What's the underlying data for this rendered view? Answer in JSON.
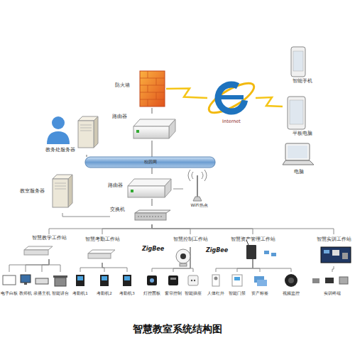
{
  "diagram": {
    "caption": "智慧教室系统结构图",
    "nodes": [
      {
        "text": [
          "防火墙"
        ]
      },
      {
        "text": [
          "Internet"
        ]
      },
      {
        "text": [
          "智能手机"
        ]
      },
      {
        "text": [
          "平板电脑"
        ]
      },
      {
        "text": [
          "电脑"
        ]
      },
      {
        "text": [
          "路由器"
        ]
      },
      {
        "text": [
          "教务处服务器"
        ]
      },
      {
        "text": [
          "校园网"
        ]
      },
      {
        "text": [
          "教室服务器"
        ]
      },
      {
        "text": [
          "路由器"
        ]
      },
      {
        "text": [
          "WiFi热点"
        ]
      },
      {
        "text": [
          "交换机"
        ]
      },
      {
        "text": [
          "智慧教学工作站"
        ]
      },
      {
        "text": [
          "智慧考勤工作站"
        ]
      },
      {
        "text": [
          "智慧控制工作站"
        ]
      },
      {
        "text": [
          "智慧资产管理工作站"
        ]
      },
      {
        "text": [
          "智慧实训工作站"
        ]
      },
      {
        "text": [
          "电子白板"
        ]
      },
      {
        "text": [
          "教师机"
        ]
      },
      {
        "text": [
          "录播主机"
        ]
      },
      {
        "text": [
          "智能讲台"
        ]
      },
      {
        "text": [
          "考勤机1"
        ]
      },
      {
        "text": [
          "考勤机2"
        ]
      },
      {
        "text": [
          "考勤机3"
        ]
      },
      {
        "text": [
          "灯控面板"
        ]
      },
      {
        "text": [
          "窗帘控制"
        ]
      },
      {
        "text": [
          "智能插座"
        ]
      },
      {
        "text": [
          "人体红外"
        ]
      },
      {
        "text": [
          "智能门禁"
        ]
      },
      {
        "text": [
          "资产标签"
        ]
      },
      {
        "text": [
          "视频监控"
        ]
      },
      {
        "text": [
          "实训终端"
        ]
      }
    ],
    "edges": [
      {
        "from": 0,
        "to": 1,
        "arrow": "none"
      },
      {
        "from": 1,
        "to": 3,
        "arrow": "none"
      },
      {
        "from": 0,
        "to": 5,
        "arrow": "none"
      },
      {
        "from": 5,
        "to": 7,
        "arrow": "none"
      },
      {
        "from": 6,
        "to": 7,
        "arrow": "none"
      },
      {
        "from": 7,
        "to": 9,
        "arrow": "none"
      },
      {
        "from": 9,
        "to": 10,
        "arrow": "none"
      },
      {
        "from": 9,
        "to": 11,
        "arrow": "none"
      },
      {
        "from": 8,
        "to": 11,
        "arrow": "none"
      },
      {
        "from": 11,
        "to": 12,
        "arrow": "none"
      },
      {
        "from": 11,
        "to": 13,
        "arrow": "none"
      },
      {
        "from": 11,
        "to": 14,
        "arrow": "none"
      },
      {
        "from": 11,
        "to": 15,
        "arrow": "none"
      },
      {
        "from": 11,
        "to": 16,
        "arrow": "none"
      },
      {
        "from": 12,
        "to": 17,
        "arrow": "none"
      },
      {
        "from": 12,
        "to": 18,
        "arrow": "none"
      },
      {
        "from": 12,
        "to": 19,
        "arrow": "none"
      },
      {
        "from": 12,
        "to": 20,
        "arrow": "none"
      },
      {
        "from": 13,
        "to": 21,
        "arrow": "none"
      },
      {
        "from": 13,
        "to": 22,
        "arrow": "none"
      },
      {
        "from": 13,
        "to": 23,
        "arrow": "none"
      },
      {
        "from": 14,
        "to": 24,
        "arrow": "none"
      },
      {
        "from": 14,
        "to": 25,
        "arrow": "none"
      },
      {
        "from": 14,
        "to": 26,
        "arrow": "none"
      },
      {
        "from": 15,
        "to": 27,
        "arrow": "none"
      },
      {
        "from": 15,
        "to": 28,
        "arrow": "none"
      },
      {
        "from": 15,
        "to": 29,
        "arrow": "none"
      },
      {
        "from": 15,
        "to": 30,
        "arrow": "none"
      },
      {
        "from": 16,
        "to": 31,
        "arrow": "none"
      }
    ],
    "labels": [
      "ZigBee",
      "ZigBee"
    ]
  }
}
